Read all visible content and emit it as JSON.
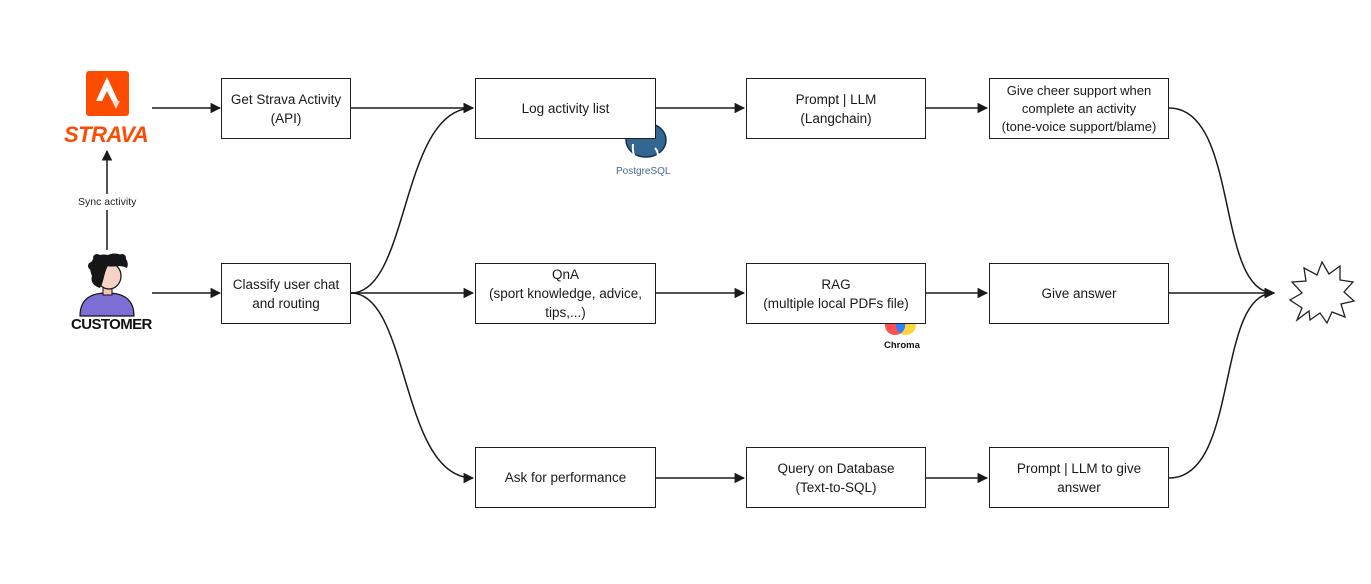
{
  "logos": {
    "strava": "STRAVA",
    "customer": "CUSTOMER",
    "postgres": "PostgreSQL",
    "chroma": "Chroma"
  },
  "edge_labels": {
    "sync": "Sync activity"
  },
  "boxes": {
    "get_strava": "Get Strava Activity\n(API)",
    "classify": "Classify user chat\nand routing",
    "log_activity": "Log activity list",
    "qna": "QnA\n(sport knowledge, advice,\ntips,...)",
    "ask_perf": "Ask for performance",
    "prompt_llm": "Prompt | LLM\n(Langchain)",
    "rag": "RAG\n(multiple local PDFs file)",
    "query_db": "Query on Database\n(Text-to-SQL)",
    "cheer": "Give cheer support when\ncomplete an activity\n(tone-voice support/blame)",
    "give_answer": "Give answer",
    "prompt_llm_answer": "Prompt | LLM to give\nanswer"
  },
  "colors": {
    "strava_orange": "#fc4c02",
    "postgres_blue": "#336791",
    "customer_purple": "#7b6fd6",
    "chroma_red": "#ff4f4f",
    "chroma_yellow": "#ffd12e",
    "chroma_blue": "#327eff"
  },
  "icons": [
    "strava-logo-icon",
    "customer-avatar-icon",
    "postgresql-elephant-icon",
    "chroma-logo-icon",
    "speech-burst-icon"
  ]
}
